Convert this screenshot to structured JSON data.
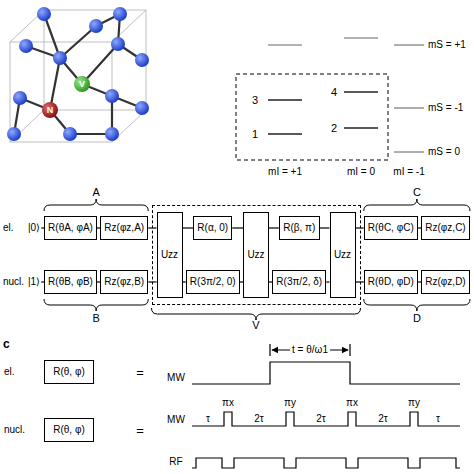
{
  "diagram": {
    "nodes": [
      {
        "text": [
          "R(θA, φA)"
        ]
      },
      {
        "text": [
          "Rz(φz,A)"
        ]
      },
      {
        "text": [
          "R(θB, φB)"
        ]
      },
      {
        "text": [
          "Rz(φz,B)"
        ]
      },
      {
        "text": [
          "V"
        ]
      },
      {
        "text": [
          "Uzz"
        ],
        "in": 4
      },
      {
        "text": [
          "R(α, 0)"
        ],
        "in": 4
      },
      {
        "text": [
          "R(3π/2, 0)"
        ],
        "in": 4
      },
      {
        "text": [
          "Uzz"
        ],
        "in": 4
      },
      {
        "text": [
          "R(β, π)"
        ],
        "in": 4
      },
      {
        "text": [
          "R(3π/2, δ)"
        ],
        "in": 4
      },
      {
        "text": [
          "Uzz"
        ],
        "in": 4
      },
      {
        "text": [
          "R(θC, φC)"
        ]
      },
      {
        "text": [
          "Rz(φz,C)"
        ]
      },
      {
        "text": [
          "R(θD, φD)"
        ]
      },
      {
        "text": [
          "Rz(φz,D)"
        ]
      },
      {
        "text": [
          "R(θ, φ)"
        ]
      },
      {
        "text": [
          "R(θ, φ)"
        ]
      }
    ],
    "edges": [
      {
        "from": 0,
        "to": 1,
        "arrow": "none"
      },
      {
        "from": 1,
        "to": 5,
        "arrow": "none"
      },
      {
        "from": 5,
        "to": 6,
        "arrow": "none"
      },
      {
        "from": 6,
        "to": 8,
        "arrow": "none"
      },
      {
        "from": 8,
        "to": 9,
        "arrow": "none"
      },
      {
        "from": 9,
        "to": 11,
        "arrow": "none"
      },
      {
        "from": 11,
        "to": 12,
        "arrow": "none"
      },
      {
        "from": 12,
        "to": 13,
        "arrow": "none"
      },
      {
        "from": 2,
        "to": 3,
        "arrow": "none"
      },
      {
        "from": 3,
        "to": 5,
        "arrow": "none"
      },
      {
        "from": 5,
        "to": 7,
        "arrow": "none"
      },
      {
        "from": 7,
        "to": 8,
        "arrow": "none"
      },
      {
        "from": 8,
        "to": 10,
        "arrow": "none"
      },
      {
        "from": 10,
        "to": 11,
        "arrow": "none"
      },
      {
        "from": 11,
        "to": 14,
        "arrow": "none"
      },
      {
        "from": 14,
        "to": 15,
        "arrow": "none"
      }
    ],
    "labels": [
      "N",
      "V",
      "mS = +1",
      "3",
      "4",
      "mS = -1",
      "1",
      "2",
      "mS = 0",
      "mI = +1",
      "mI = 0",
      "mI = -1",
      "el.",
      "|0⟩",
      "nucl.",
      "|1⟩",
      "A",
      "B",
      "C",
      "D",
      "c",
      "el.",
      "nucl.",
      "=",
      "MW",
      "t = θ/ω1",
      "=",
      "MW",
      "πx",
      "πy",
      "πx",
      "πy",
      "τ",
      "2τ",
      "2τ",
      "2τ",
      "τ",
      "RF"
    ]
  }
}
